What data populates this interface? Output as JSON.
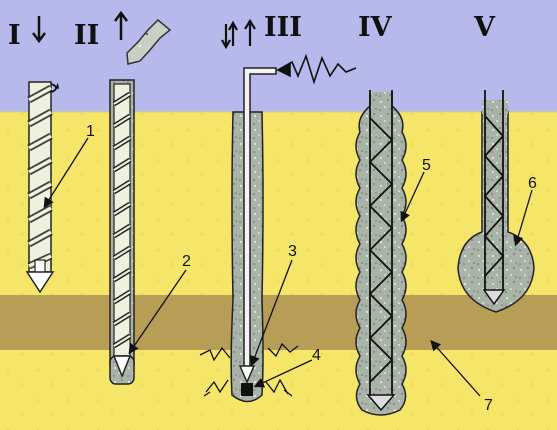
{
  "stages": [
    {
      "id": "I",
      "label": "I"
    },
    {
      "id": "II",
      "label": "II"
    },
    {
      "id": "III",
      "label": "III"
    },
    {
      "id": "IV",
      "label": "IV"
    },
    {
      "id": "V",
      "label": "V"
    }
  ],
  "callouts": [
    "1",
    "2",
    "3",
    "4",
    "5",
    "6",
    "7"
  ],
  "colors": {
    "sky": "#b7b9ec",
    "soil": "#f5e66a",
    "soil_dark": "#efdc57",
    "clay": "#b79d56",
    "concrete": "#a9b3a7",
    "auger": "#f0f0df",
    "outline": "#1a1a1a"
  },
  "icons": [
    "rotation-arrow-icon",
    "down-arrow-icon",
    "up-arrow-icon",
    "injection-arrow-icon",
    "vibration-wave-icon",
    "up-down-arrows-icon"
  ]
}
